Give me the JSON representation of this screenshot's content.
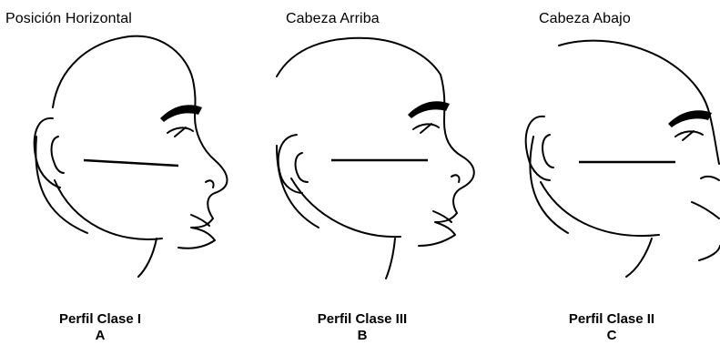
{
  "panels": [
    {
      "id": "A",
      "title": "Posición Horizontal",
      "profile": "Perfil Clase I",
      "letter": "A"
    },
    {
      "id": "B",
      "title": "Cabeza Arriba",
      "profile": "Perfil Clase III",
      "letter": "B"
    },
    {
      "id": "C",
      "title": "Cabeza Abajo",
      "profile": "Perfil Clase II",
      "letter": "C"
    }
  ],
  "colors": {
    "line": "#000000",
    "background": "#ffffff"
  }
}
